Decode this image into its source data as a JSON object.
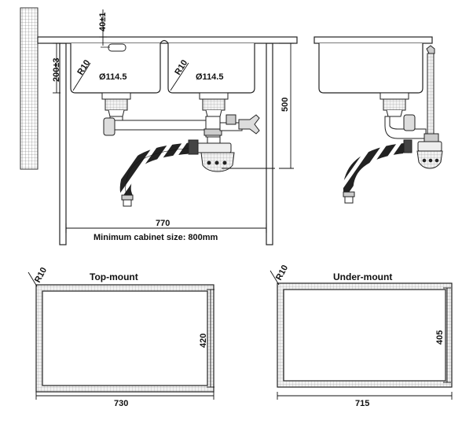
{
  "dims": {
    "top_depth_tol": "40±1",
    "depth_tol": "200±3",
    "radius_left": "R10",
    "radius_right": "R10",
    "drain_left": "Ø114.5",
    "drain_right": "Ø114.5",
    "cabinet_height": "500",
    "cabinet_width": "770",
    "min_cabinet": "Minimum cabinet size: 800mm"
  },
  "topmount": {
    "title": "Top-mount",
    "radius": "R10",
    "width": "730",
    "height": "420"
  },
  "undermount": {
    "title": "Under-mount",
    "radius": "R10",
    "width": "715",
    "height": "405"
  }
}
